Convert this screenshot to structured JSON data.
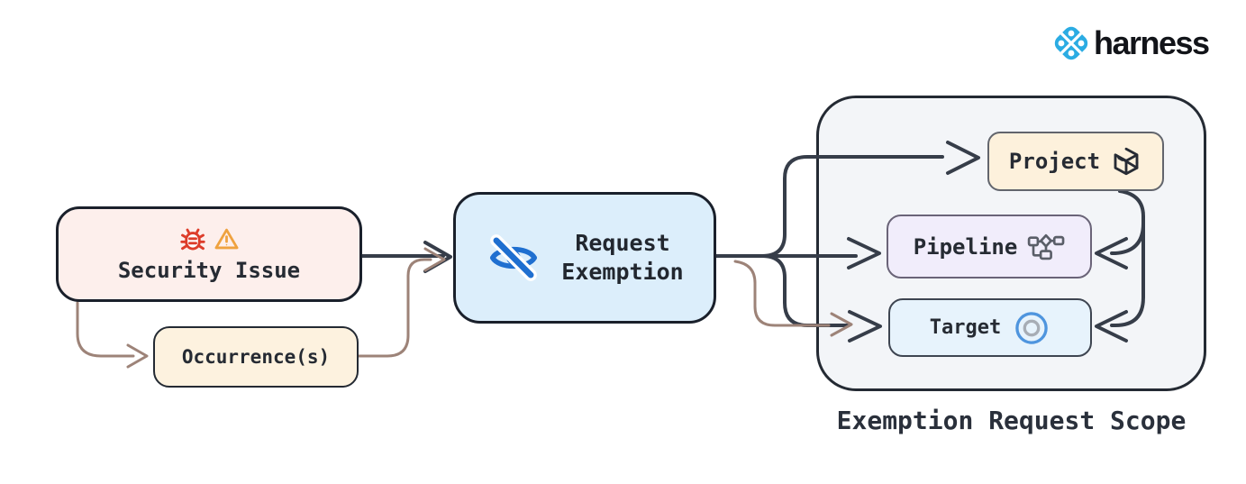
{
  "header": {
    "brand": "harness"
  },
  "diagram": {
    "nodes": {
      "security_issue": {
        "label": "Security Issue",
        "icons": [
          "bug-icon",
          "warning-icon"
        ],
        "fill": "#fdefec"
      },
      "occurrences": {
        "label": "Occurrence(s)",
        "fill": "#fdf2df"
      },
      "request_exemption": {
        "line1": "Request",
        "line2": "Exemption",
        "icon": "eye-off-icon",
        "fill": "#dceefb"
      },
      "project": {
        "label": "Project",
        "icon": "cube-icon",
        "fill": "#fdf1dc"
      },
      "pipeline": {
        "label": "Pipeline",
        "icon": "pipeline-icon",
        "fill": "#f1edfb"
      },
      "target": {
        "label": "Target",
        "icon": "target-icon",
        "fill": "#e7f3fc"
      }
    },
    "scope": {
      "label": "Exemption Request Scope",
      "fill": "#f3f5f8"
    },
    "edges": [
      {
        "from": "security_issue",
        "to": "request_exemption",
        "color": "dark"
      },
      {
        "from": "security_issue",
        "to": "occurrences",
        "color": "brown"
      },
      {
        "from": "occurrences",
        "to": "request_exemption",
        "color": "brown"
      },
      {
        "from": "request_exemption",
        "to": "project",
        "color": "dark"
      },
      {
        "from": "request_exemption",
        "to": "pipeline",
        "color": "dark"
      },
      {
        "from": "request_exemption",
        "to": "target",
        "color": "dark"
      },
      {
        "from": "occurrences",
        "to": "target",
        "color": "brown"
      },
      {
        "from": "project",
        "to": "pipeline",
        "color": "dark"
      },
      {
        "from": "project",
        "to": "target",
        "color": "dark"
      }
    ],
    "colors": {
      "edge_dark": "#363d49",
      "edge_brown": "#9d8378",
      "border_dark": "#1a202b",
      "bug_red": "#dd3d2a",
      "warning_orange": "#efa23f",
      "eye_blue": "#1f6fd0",
      "target_ring_blue": "#4f95de",
      "logo_blue": "#2bace3"
    }
  }
}
